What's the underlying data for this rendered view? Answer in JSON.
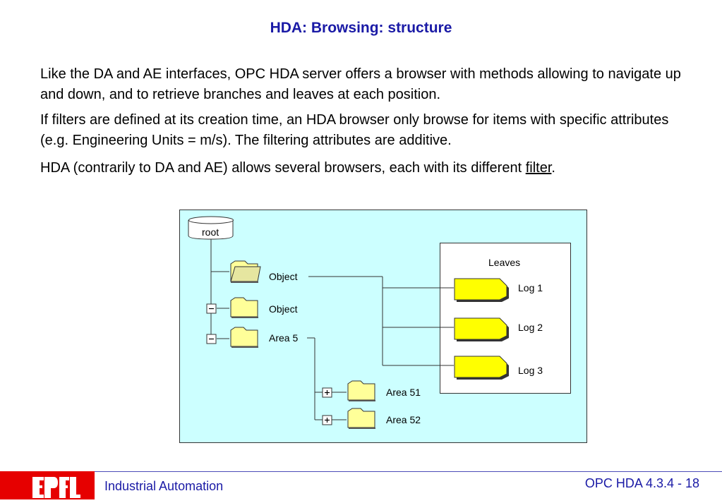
{
  "slide": {
    "title": "HDA: Browsing: structure",
    "paragraphs": {
      "p1": "Like the DA and AE interfaces, OPC HDA server offers a browser with methods allowing to navigate up and down, and to retrieve branches and leaves at each position.",
      "p2": "If filters are defined at its creation time, an HDA browser only browse for items with specific attributes (e.g. Engineering Units = m/s). The filtering attributes are additive.",
      "p3_before": "HDA (contrarily to DA and AE) allows several browsers, each with its different ",
      "p3_link": "filter",
      "p3_after": "."
    }
  },
  "diagram": {
    "root_label": "root",
    "leaves_title": "Leaves",
    "nodes": {
      "object1": "Object",
      "object2": "Object",
      "area5": "Area 5",
      "area51": "Area 51",
      "area52": "Area 52"
    },
    "logs": {
      "log1": "Log 1",
      "log2": "Log 2",
      "log3": "Log 3"
    },
    "collapse_glyph": "−",
    "expand_glyph": "+",
    "colors": {
      "background": "#ccffff",
      "folder": "#ffff99",
      "log": "#ffff00"
    }
  },
  "footer": {
    "left": "Industrial Automation",
    "right": "OPC HDA 4.3.4 - 18",
    "logo_icon": "epfl-logo"
  }
}
